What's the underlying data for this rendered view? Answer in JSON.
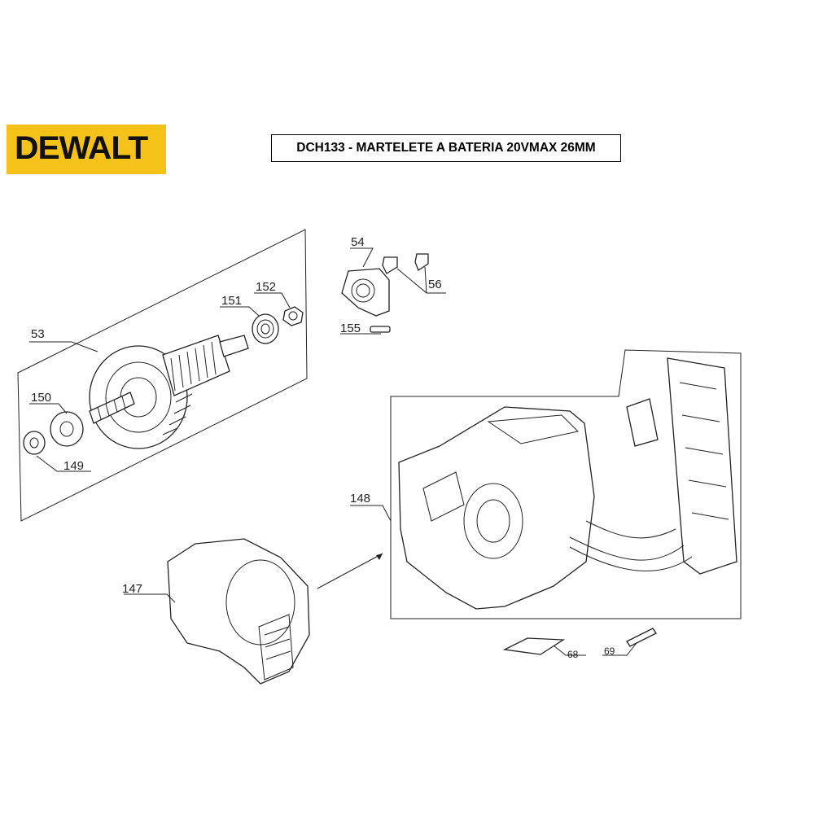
{
  "brand": {
    "logo_text": "DEWALT",
    "logo_color": "#f5c21a"
  },
  "title": "DCH133 - MARTELETE A BATERIA 20VMAX 26MM",
  "part_labels": {
    "p53": "53",
    "p54": "54",
    "p56": "56",
    "p147": "147",
    "p148": "148",
    "p149": "149",
    "p150": "150",
    "p151": "151",
    "p152": "152",
    "p155": "155",
    "p68": "68",
    "p69": "69"
  }
}
